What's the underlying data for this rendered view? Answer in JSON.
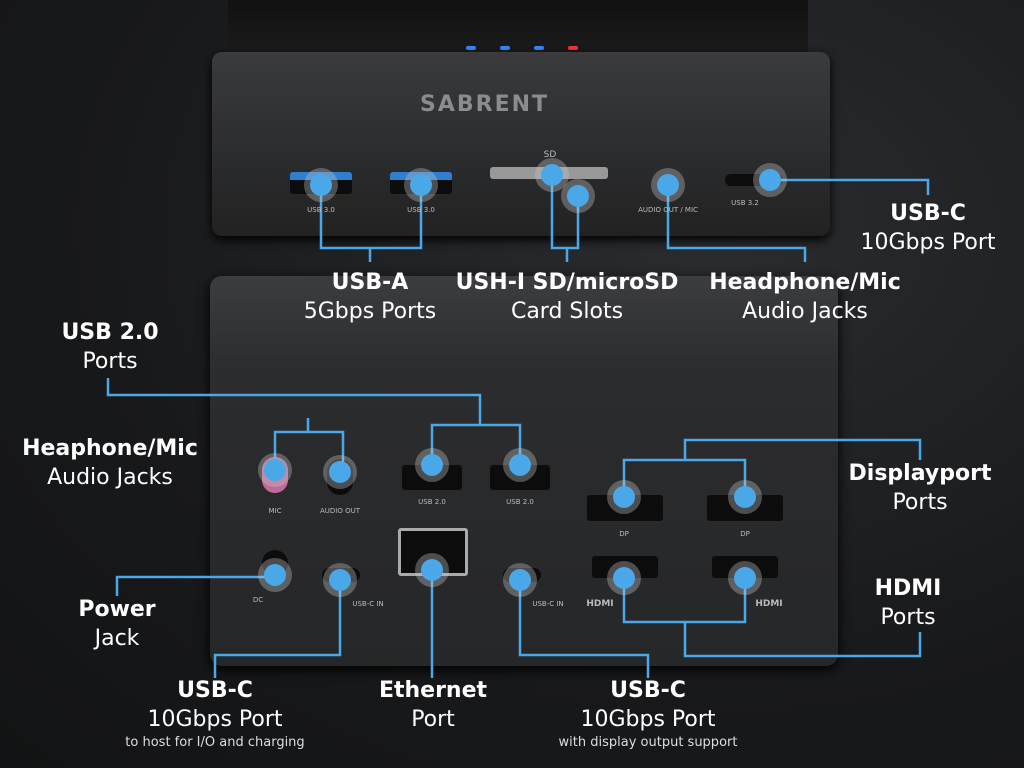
{
  "brand": "SABRENT",
  "colors": {
    "accent": "#4aa8e8",
    "led_blue": "#2f8cff",
    "led_red": "#ff3030"
  },
  "port_markings": {
    "usb30_1": "USB 3.0",
    "usb30_2": "USB 3.0",
    "sd": "SD",
    "audio_top": "AUDIO OUT / MIC",
    "usb32": "USB 3.2",
    "mic": "MIC",
    "audio_out": "AUDIO OUT",
    "usb20_1": "USB 2.0",
    "usb20_2": "USB 2.0",
    "dc": "DC",
    "usbc_in": "USB-C IN",
    "usbc_in2": "USB-C IN",
    "hdmi1": "HDMI",
    "hdmi2": "HDMI",
    "dp1": "DP",
    "dp2": "DP"
  },
  "callouts": {
    "usb_a": {
      "title": "USB-A",
      "sub": "5Gbps Ports"
    },
    "sd": {
      "title": "USH-I SD/microSD",
      "sub": "Card Slots"
    },
    "audio_top": {
      "title": "Headphone/Mic",
      "sub": "Audio Jacks"
    },
    "usbc_top": {
      "title": "USB-C",
      "sub": "10Gbps Port"
    },
    "usb20": {
      "title": "USB 2.0",
      "sub": "Ports"
    },
    "audio_bottom": {
      "title": "Heaphone/Mic",
      "sub": "Audio Jacks"
    },
    "displayport": {
      "title": "Displayport",
      "sub": "Ports"
    },
    "power": {
      "title": "Power",
      "sub": "Jack"
    },
    "hdmi": {
      "title": "HDMI",
      "sub": "Ports"
    },
    "usbc_host": {
      "title": "USB-C",
      "sub": "10Gbps Port",
      "note": "to host for I/O and charging"
    },
    "ethernet": {
      "title": "Ethernet",
      "sub": "Port"
    },
    "usbc_display": {
      "title": "USB-C",
      "sub": "10Gbps Port",
      "note": "with display output support"
    }
  }
}
